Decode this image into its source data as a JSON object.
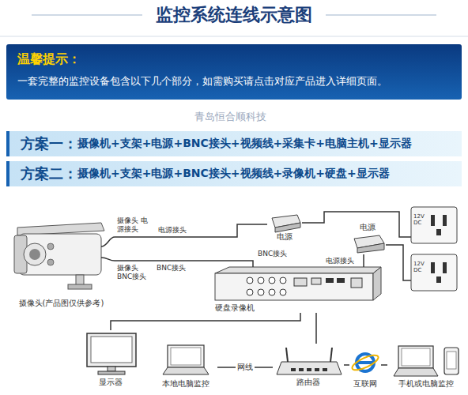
{
  "diagram": {
    "title": "监控系统连线示意图",
    "nodes": [
      {
        "text": [
          "温馨提示：",
          "一套完整的监控设备包含以下几个部分，如需购买请点击对应产品进入详细页面。"
        ]
      },
      {
        "text": [
          "方案一：",
          "摄像机+支架+电源+BNC接头+视频线+采集卡+电脑主机+显示器"
        ]
      },
      {
        "text": [
          "方案二：",
          "摄像机+支架+电源+BNC接头+视频线+录像机+硬盘+显示器"
        ]
      },
      {
        "text": [
          "摄像头(产品图仅供参考)"
        ]
      },
      {
        "text": [
          "电源"
        ]
      },
      {
        "text": [
          "电源"
        ]
      },
      {
        "text": [
          "硬盘录像机"
        ]
      },
      {
        "text": [
          "显示器"
        ]
      },
      {
        "text": [
          "本地电脑监控"
        ]
      },
      {
        "text": [
          "路由器"
        ]
      },
      {
        "text": [
          "互联网"
        ]
      },
      {
        "text": [
          "手机或电脑监控"
        ]
      }
    ],
    "edges": [
      {
        "from": 3,
        "to": 4,
        "arrow": "none"
      },
      {
        "from": 3,
        "to": 6,
        "arrow": "none"
      },
      {
        "from": 6,
        "to": 5,
        "arrow": "none"
      },
      {
        "from": 6,
        "to": 7,
        "arrow": "none"
      },
      {
        "from": 6,
        "to": 9,
        "arrow": "none"
      },
      {
        "from": 9,
        "to": 8,
        "label": "网线",
        "arrow": "none"
      },
      {
        "from": 9,
        "to": 10,
        "arrow": "none"
      },
      {
        "from": 10,
        "to": 11,
        "arrow": "none"
      }
    ],
    "labels": [
      "摄像头 电源接头",
      "电源接头",
      "摄像头 BNC接头",
      "BNC接头",
      "BNC接头",
      "电源接头",
      "12V DC",
      "12V DC",
      "青岛恒合顺科技"
    ]
  }
}
